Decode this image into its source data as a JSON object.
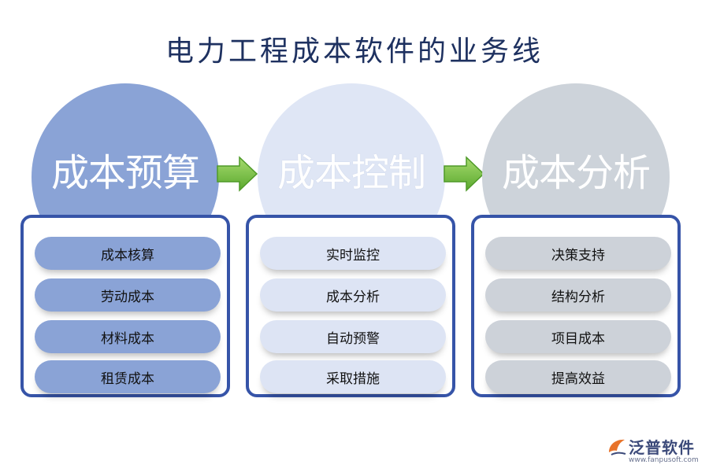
{
  "title": "电力工程成本软件的业务线",
  "columns": [
    {
      "heading": "成本预算",
      "items": [
        "成本核算",
        "劳动成本",
        "材料成本",
        "租赁成本"
      ]
    },
    {
      "heading": "成本控制",
      "items": [
        "实时监控",
        "成本分析",
        "自动预警",
        "采取措施"
      ]
    },
    {
      "heading": "成本分析",
      "items": [
        "决策支持",
        "结构分析",
        "项目成本",
        "提高效益"
      ]
    }
  ],
  "colors": {
    "title": "#1e3160",
    "panel_border": "#3654a8",
    "column1": "#8aa3d6",
    "column2": "#dfe6f5",
    "column3": "#cdd3da",
    "arrow": "#7cc242"
  },
  "icons": [
    "arrow-right-icon",
    "fanpu-logo-icon"
  ],
  "logo": {
    "name": "泛普软件",
    "url": "www.fanpusoft.com"
  }
}
